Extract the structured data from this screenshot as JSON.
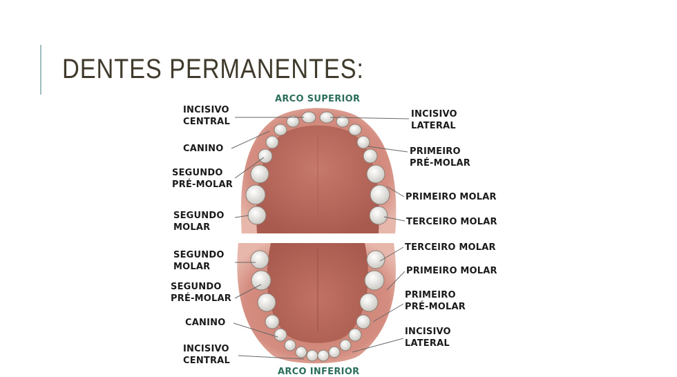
{
  "slide": {
    "title": "DENTES PERMANENTES:"
  },
  "diagram": {
    "upper_arch_title": "ARCO SUPERIOR",
    "lower_arch_title": "ARCO INFERIOR",
    "labels": [
      {
        "name": "upper-left-incisivo-central",
        "text": "INCISIVO\nCENTRAL"
      },
      {
        "name": "upper-left-canino",
        "text": "CANINO"
      },
      {
        "name": "upper-left-segundo-pre-molar",
        "text": "SEGUNDO\nPRÉ-MOLAR"
      },
      {
        "name": "upper-left-segundo-molar",
        "text": "SEGUNDO\nMOLAR"
      },
      {
        "name": "upper-right-incisivo-lateral",
        "text": "INCISIVO\nLATERAL"
      },
      {
        "name": "upper-right-primeiro-pre-molar",
        "text": "PRIMEIRO\nPRÉ-MOLAR"
      },
      {
        "name": "upper-right-primeiro-molar",
        "text": "PRIMEIRO MOLAR"
      },
      {
        "name": "upper-right-terceiro-molar",
        "text": "TERCEIRO MOLAR"
      },
      {
        "name": "lower-left-segundo-molar",
        "text": "SEGUNDO\nMOLAR"
      },
      {
        "name": "lower-left-segundo-pre-molar",
        "text": "SEGUNDO\nPRÉ-MOLAR"
      },
      {
        "name": "lower-left-canino",
        "text": "CANINO"
      },
      {
        "name": "lower-left-incisivo-central",
        "text": "INCISIVO\nCENTRAL"
      },
      {
        "name": "lower-right-terceiro-molar",
        "text": "TERCEIRO MOLAR"
      },
      {
        "name": "lower-right-primeiro-molar",
        "text": "PRIMEIRO MOLAR"
      },
      {
        "name": "lower-right-primeiro-pre-molar",
        "text": "PRIMEIRO\nPRÉ-MOLAR"
      },
      {
        "name": "lower-right-incisivo-lateral",
        "text": "INCISIVO\nLATERAL"
      }
    ]
  },
  "colors": {
    "title": "#3f3a2c",
    "accent": "#9fbcc1",
    "arch_title": "#2c6e5c",
    "gum": "#c97a6c",
    "tongue": "#b8665a",
    "tooth": "#eeeeee"
  }
}
